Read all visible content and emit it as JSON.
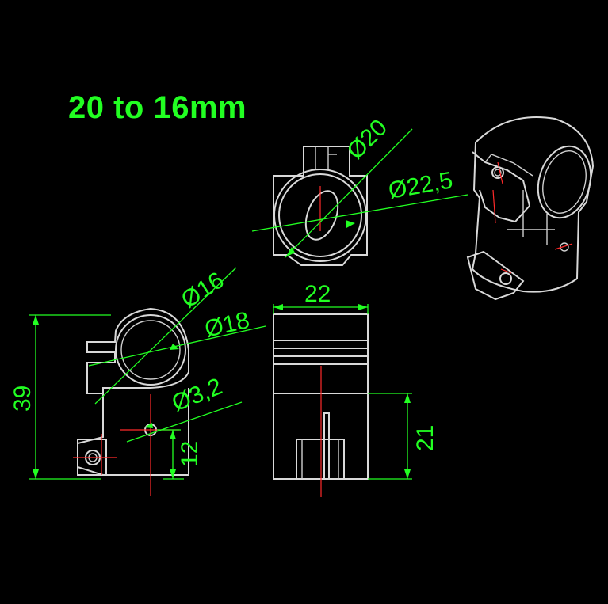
{
  "title": "20 to 16mm",
  "labels": {
    "top_outer_dia": "Ø20",
    "top_inner_dia": "Ø22,5",
    "front_dia_16": "Ø16",
    "front_dia_18": "Ø18",
    "hole_dia": "Ø3,2",
    "height_total": "39",
    "height_hole": "12",
    "width_side": "22",
    "height_side": "21"
  },
  "colors": {
    "dimension": "#22ff22",
    "centerline": "#ff2a2a",
    "outline": "#d9d9d9",
    "background": "#000000"
  }
}
